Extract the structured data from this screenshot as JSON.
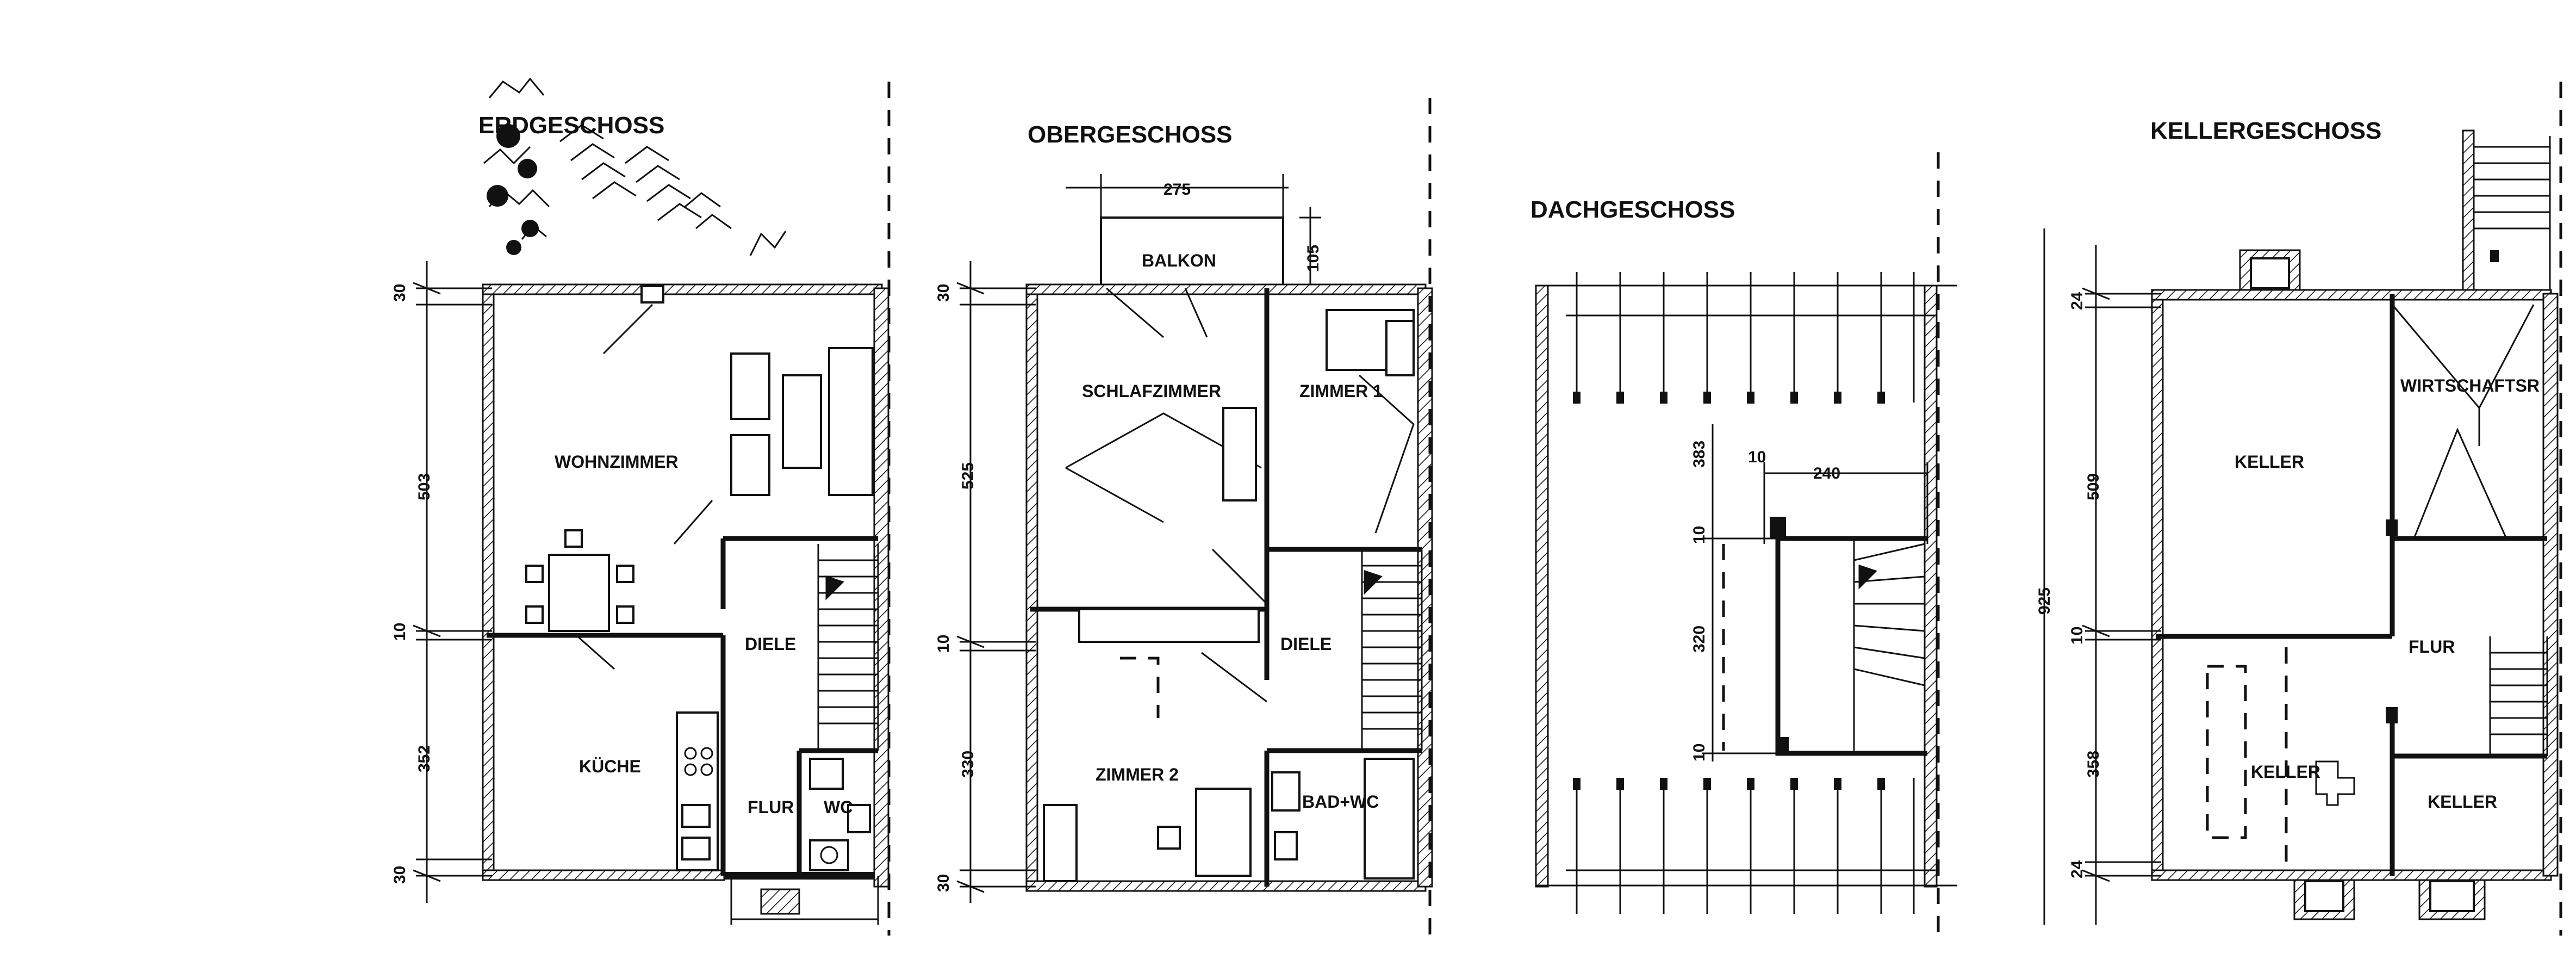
{
  "plans": {
    "erdgeschoss": {
      "title": "ERDGESCHOSS",
      "rooms": {
        "wohnzimmer": "WOHNZIMMER",
        "kueche": "KÜCHE",
        "diele": "DIELE",
        "flur": "FLUR",
        "wc": "WC"
      },
      "dims": {
        "top": "30",
        "main": "503",
        "mid": "10",
        "lower": "352",
        "bottom": "30"
      }
    },
    "obergeschoss": {
      "title": "OBERGESCHOSS",
      "rooms": {
        "schlafzimmer": "SCHLAFZIMMER",
        "zimmer1": "ZIMMER 1",
        "zimmer2": "ZIMMER 2",
        "diele": "DIELE",
        "badwc": "BAD+WC",
        "balkon": "BALKON"
      },
      "dims": {
        "top": "30",
        "main": "525",
        "mid": "10",
        "lower": "330",
        "bottom": "30",
        "balkon_width": "275",
        "balkon_depth": "105"
      }
    },
    "dachgeschoss": {
      "title": "DACHGESCHOSS",
      "dims": {
        "upper": "383",
        "opening_width": "240",
        "left_small": "10",
        "top_small": "10",
        "opening_height": "320",
        "bottom_small": "10"
      }
    },
    "kellergeschoss": {
      "title": "KELLERGESCHOSS",
      "rooms": {
        "keller_top": "KELLER",
        "wirtschaftsr": "WIRTSCHAFTSR",
        "flur": "FLUR",
        "keller_bottom_left": "KELLER",
        "keller_bottom_right": "KELLER"
      },
      "dims": {
        "total": "925",
        "top": "24",
        "main": "509",
        "mid": "10",
        "lower": "358",
        "bottom": "24"
      }
    }
  }
}
